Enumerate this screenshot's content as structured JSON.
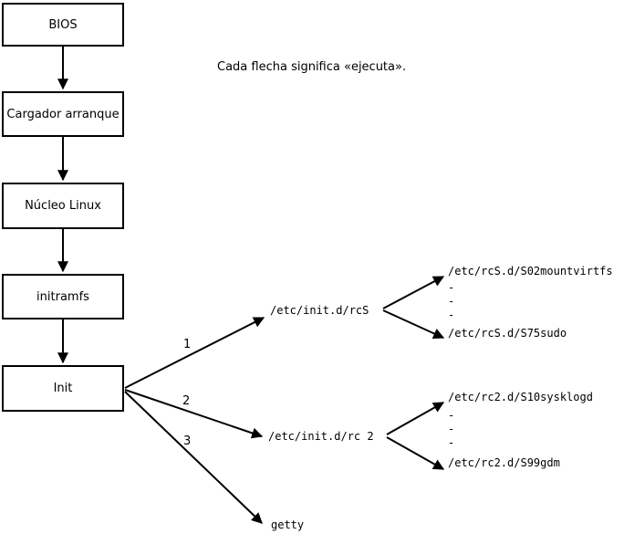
{
  "note": {
    "text": "Cada flecha significa «ejecuta»."
  },
  "colors": {
    "line": "#000000",
    "box_fill": "#ffffff",
    "background": "#ffffff",
    "text": "#000000"
  },
  "boot_chain": [
    {
      "label": "BIOS"
    },
    {
      "label": "Cargador arranque"
    },
    {
      "label": "Núcleo Linux"
    },
    {
      "label": "initramfs"
    },
    {
      "label": "Init"
    }
  ],
  "init_branches": [
    {
      "order": "1",
      "target": "/etc/init.d/rcS"
    },
    {
      "order": "2",
      "target": "/etc/init.d/rc 2"
    },
    {
      "order": "3",
      "target": "getty"
    }
  ],
  "rcS_scripts": {
    "first": "/etc/rcS.d/S02mountvirtfs",
    "ellipsis": [
      "-",
      "-",
      "-"
    ],
    "last": "/etc/rcS.d/S75sudo"
  },
  "rc2_scripts": {
    "first": "/etc/rc2.d/S10sysklogd",
    "ellipsis": [
      "-",
      "-",
      "-"
    ],
    "last": "/etc/rc2.d/S99gdm"
  }
}
